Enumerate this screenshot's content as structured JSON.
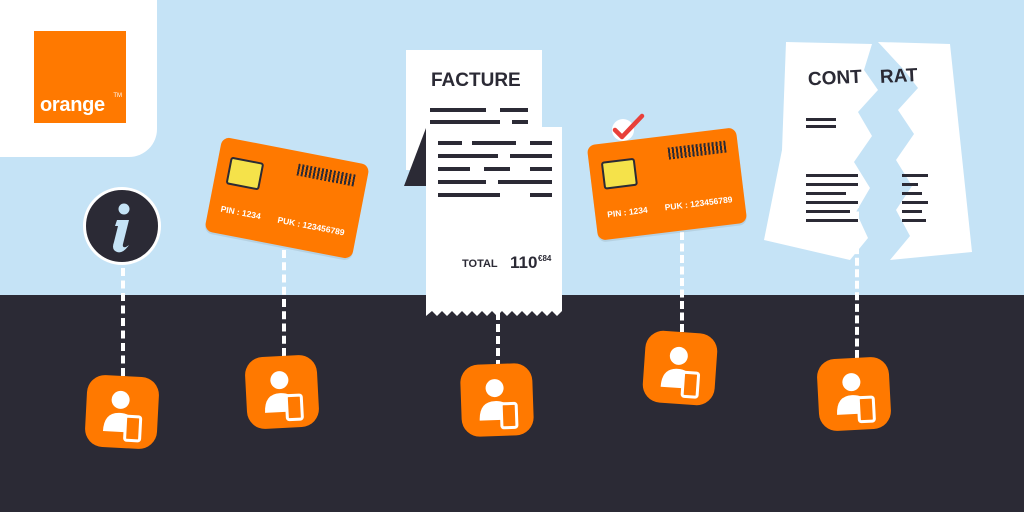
{
  "brand": {
    "logo_text": "orange",
    "tm": "TM",
    "accent": "#ff7900",
    "dark": "#2b2a35",
    "sky": "#c5e3f6"
  },
  "icons": [
    "info-icon",
    "sim-card-icon",
    "invoice-icon",
    "checkmark-icon",
    "torn-contract-icon",
    "user-phone-icon"
  ],
  "sim_cards": [
    {
      "pin": "PIN : 1234",
      "puk": "PUK : 123456789"
    },
    {
      "pin": "PIN : 1234",
      "puk": "PUK : 123456789"
    }
  ],
  "invoice": {
    "title": "FACTURE",
    "total_label": "TOTAL",
    "total_value": "110",
    "total_cents": "€84"
  },
  "contract": {
    "title_left": "CONT",
    "title_right": "RAT"
  }
}
